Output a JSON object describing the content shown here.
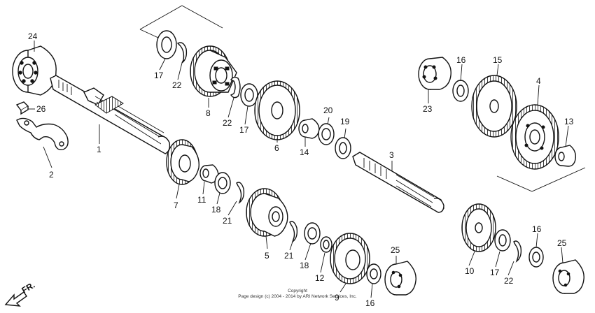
{
  "diagram": {
    "callouts": [
      {
        "id": "c24a",
        "text": "24"
      },
      {
        "id": "c26",
        "text": "26"
      },
      {
        "id": "c2",
        "text": "2"
      },
      {
        "id": "c1",
        "text": "1"
      },
      {
        "id": "c17a",
        "text": "17"
      },
      {
        "id": "c22a",
        "text": "22"
      },
      {
        "id": "c8",
        "text": "8"
      },
      {
        "id": "c22b",
        "text": "22"
      },
      {
        "id": "c17b",
        "text": "17"
      },
      {
        "id": "c6",
        "text": "6"
      },
      {
        "id": "c14",
        "text": "14"
      },
      {
        "id": "c20",
        "text": "20"
      },
      {
        "id": "c19",
        "text": "19"
      },
      {
        "id": "c3",
        "text": "3"
      },
      {
        "id": "c7",
        "text": "7"
      },
      {
        "id": "c11",
        "text": "11"
      },
      {
        "id": "c18a",
        "text": "18"
      },
      {
        "id": "c21a",
        "text": "21"
      },
      {
        "id": "c5",
        "text": "5"
      },
      {
        "id": "c21b",
        "text": "21"
      },
      {
        "id": "c18b",
        "text": "18"
      },
      {
        "id": "c12",
        "text": "12"
      },
      {
        "id": "c9",
        "text": "9"
      },
      {
        "id": "c16a",
        "text": "16"
      },
      {
        "id": "c25a",
        "text": "25"
      },
      {
        "id": "c23",
        "text": "23"
      },
      {
        "id": "c16b",
        "text": "16"
      },
      {
        "id": "c15",
        "text": "15"
      },
      {
        "id": "c4",
        "text": "4"
      },
      {
        "id": "c13",
        "text": "13"
      },
      {
        "id": "c10",
        "text": "10"
      },
      {
        "id": "c17c",
        "text": "17"
      },
      {
        "id": "c22c",
        "text": "22"
      },
      {
        "id": "c16c",
        "text": "16"
      },
      {
        "id": "c25b",
        "text": "25"
      }
    ],
    "front_label": "FR.",
    "copyright_line1": "Copyright",
    "copyright_line2": "Page design (c) 2004 - 2014 by ARI Network Services, Inc."
  }
}
